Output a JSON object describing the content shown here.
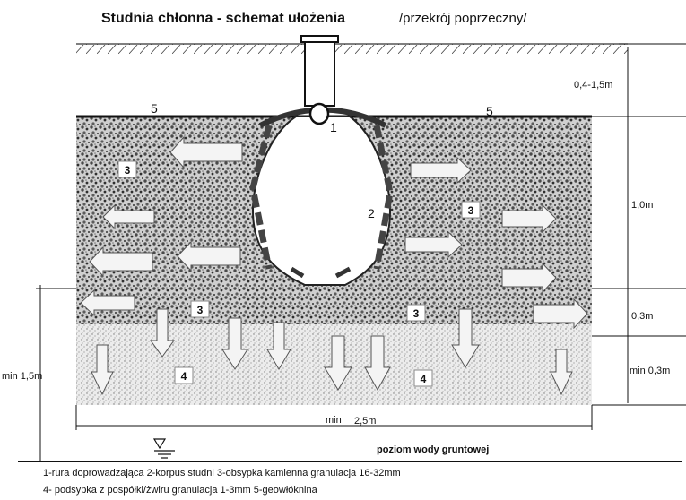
{
  "title": {
    "main": "Studnia chłonna - schemat ułożenia",
    "sub": "/przekrój poprzeczny/"
  },
  "dimensions": {
    "depth_top": "0,4-1,5m",
    "layer_height": "1,0m",
    "gravel_below": "0,3m",
    "sand_below": "min 0,3m",
    "total_to_water": "min 1,5m",
    "width_min": "min",
    "width_value": "2,5m"
  },
  "labels": {
    "geotextile_left": "5",
    "geotextile_right": "5",
    "pipe": "1",
    "well_body": "2",
    "gravel": "3",
    "sand": "4"
  },
  "groundwater_label": "poziom wody gruntowej",
  "legend": {
    "line1": "1-rura doprowadzająca  2-korpus studni  3-obsypka kamienna granulacja 16-32mm",
    "line2": "4- podsypka z pospółki/żwiru granulacja 1-3mm     5-geowłóknina"
  }
}
